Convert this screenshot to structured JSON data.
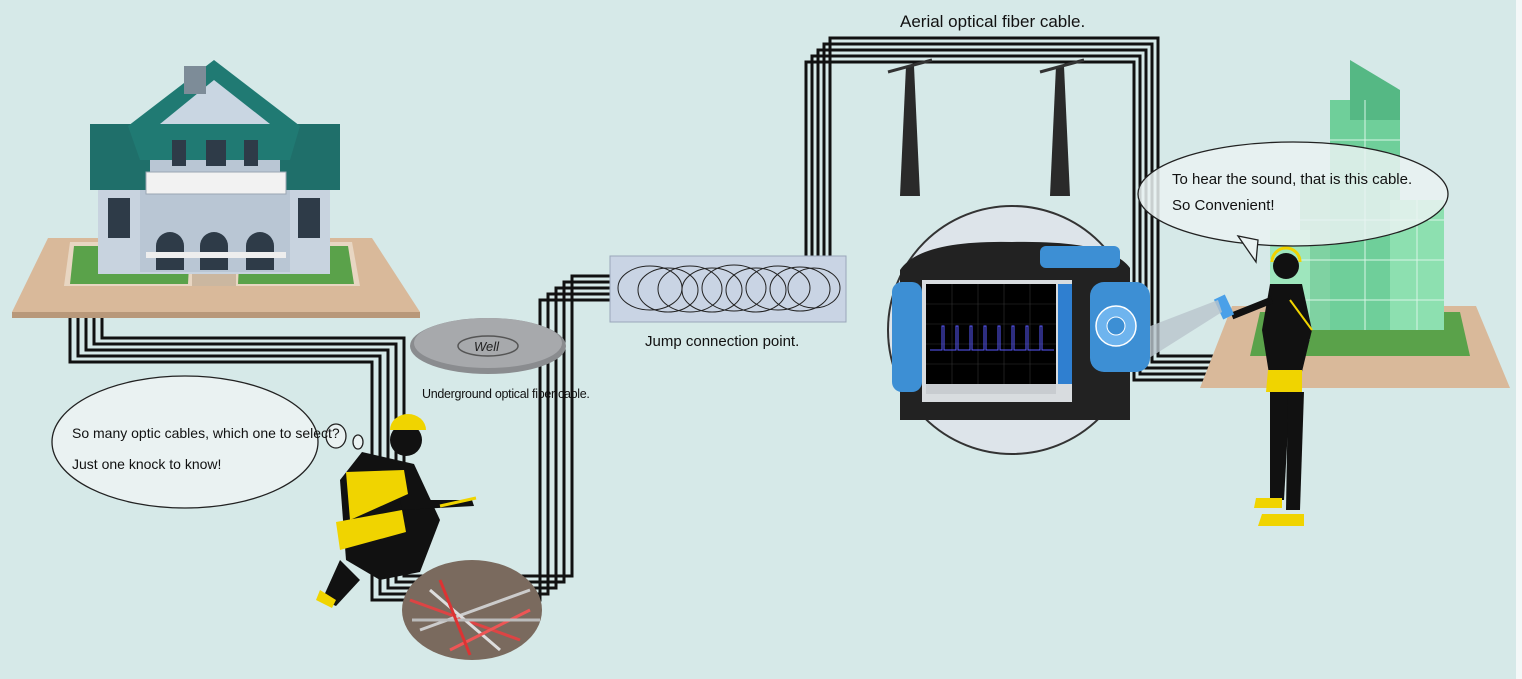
{
  "labels": {
    "aerial": "Aerial optical fiber cable.",
    "jump": "Jump connection point.",
    "underground": "Underground optical fiber cable.",
    "well": "Well"
  },
  "bubbles": {
    "left_line1": "So many optic cables, which one to select?",
    "left_line2": "Just one knock to know!",
    "right_line1": "To hear the sound, that is this cable.",
    "right_line2": "So Convenient!"
  },
  "colors": {
    "background": "#d6e9e8",
    "cable": "#111111",
    "house_roof": "#1f6f6a",
    "worker_vest": "#f0d400",
    "building": "#6fcf9a",
    "device_blue": "#3d8fd4"
  }
}
